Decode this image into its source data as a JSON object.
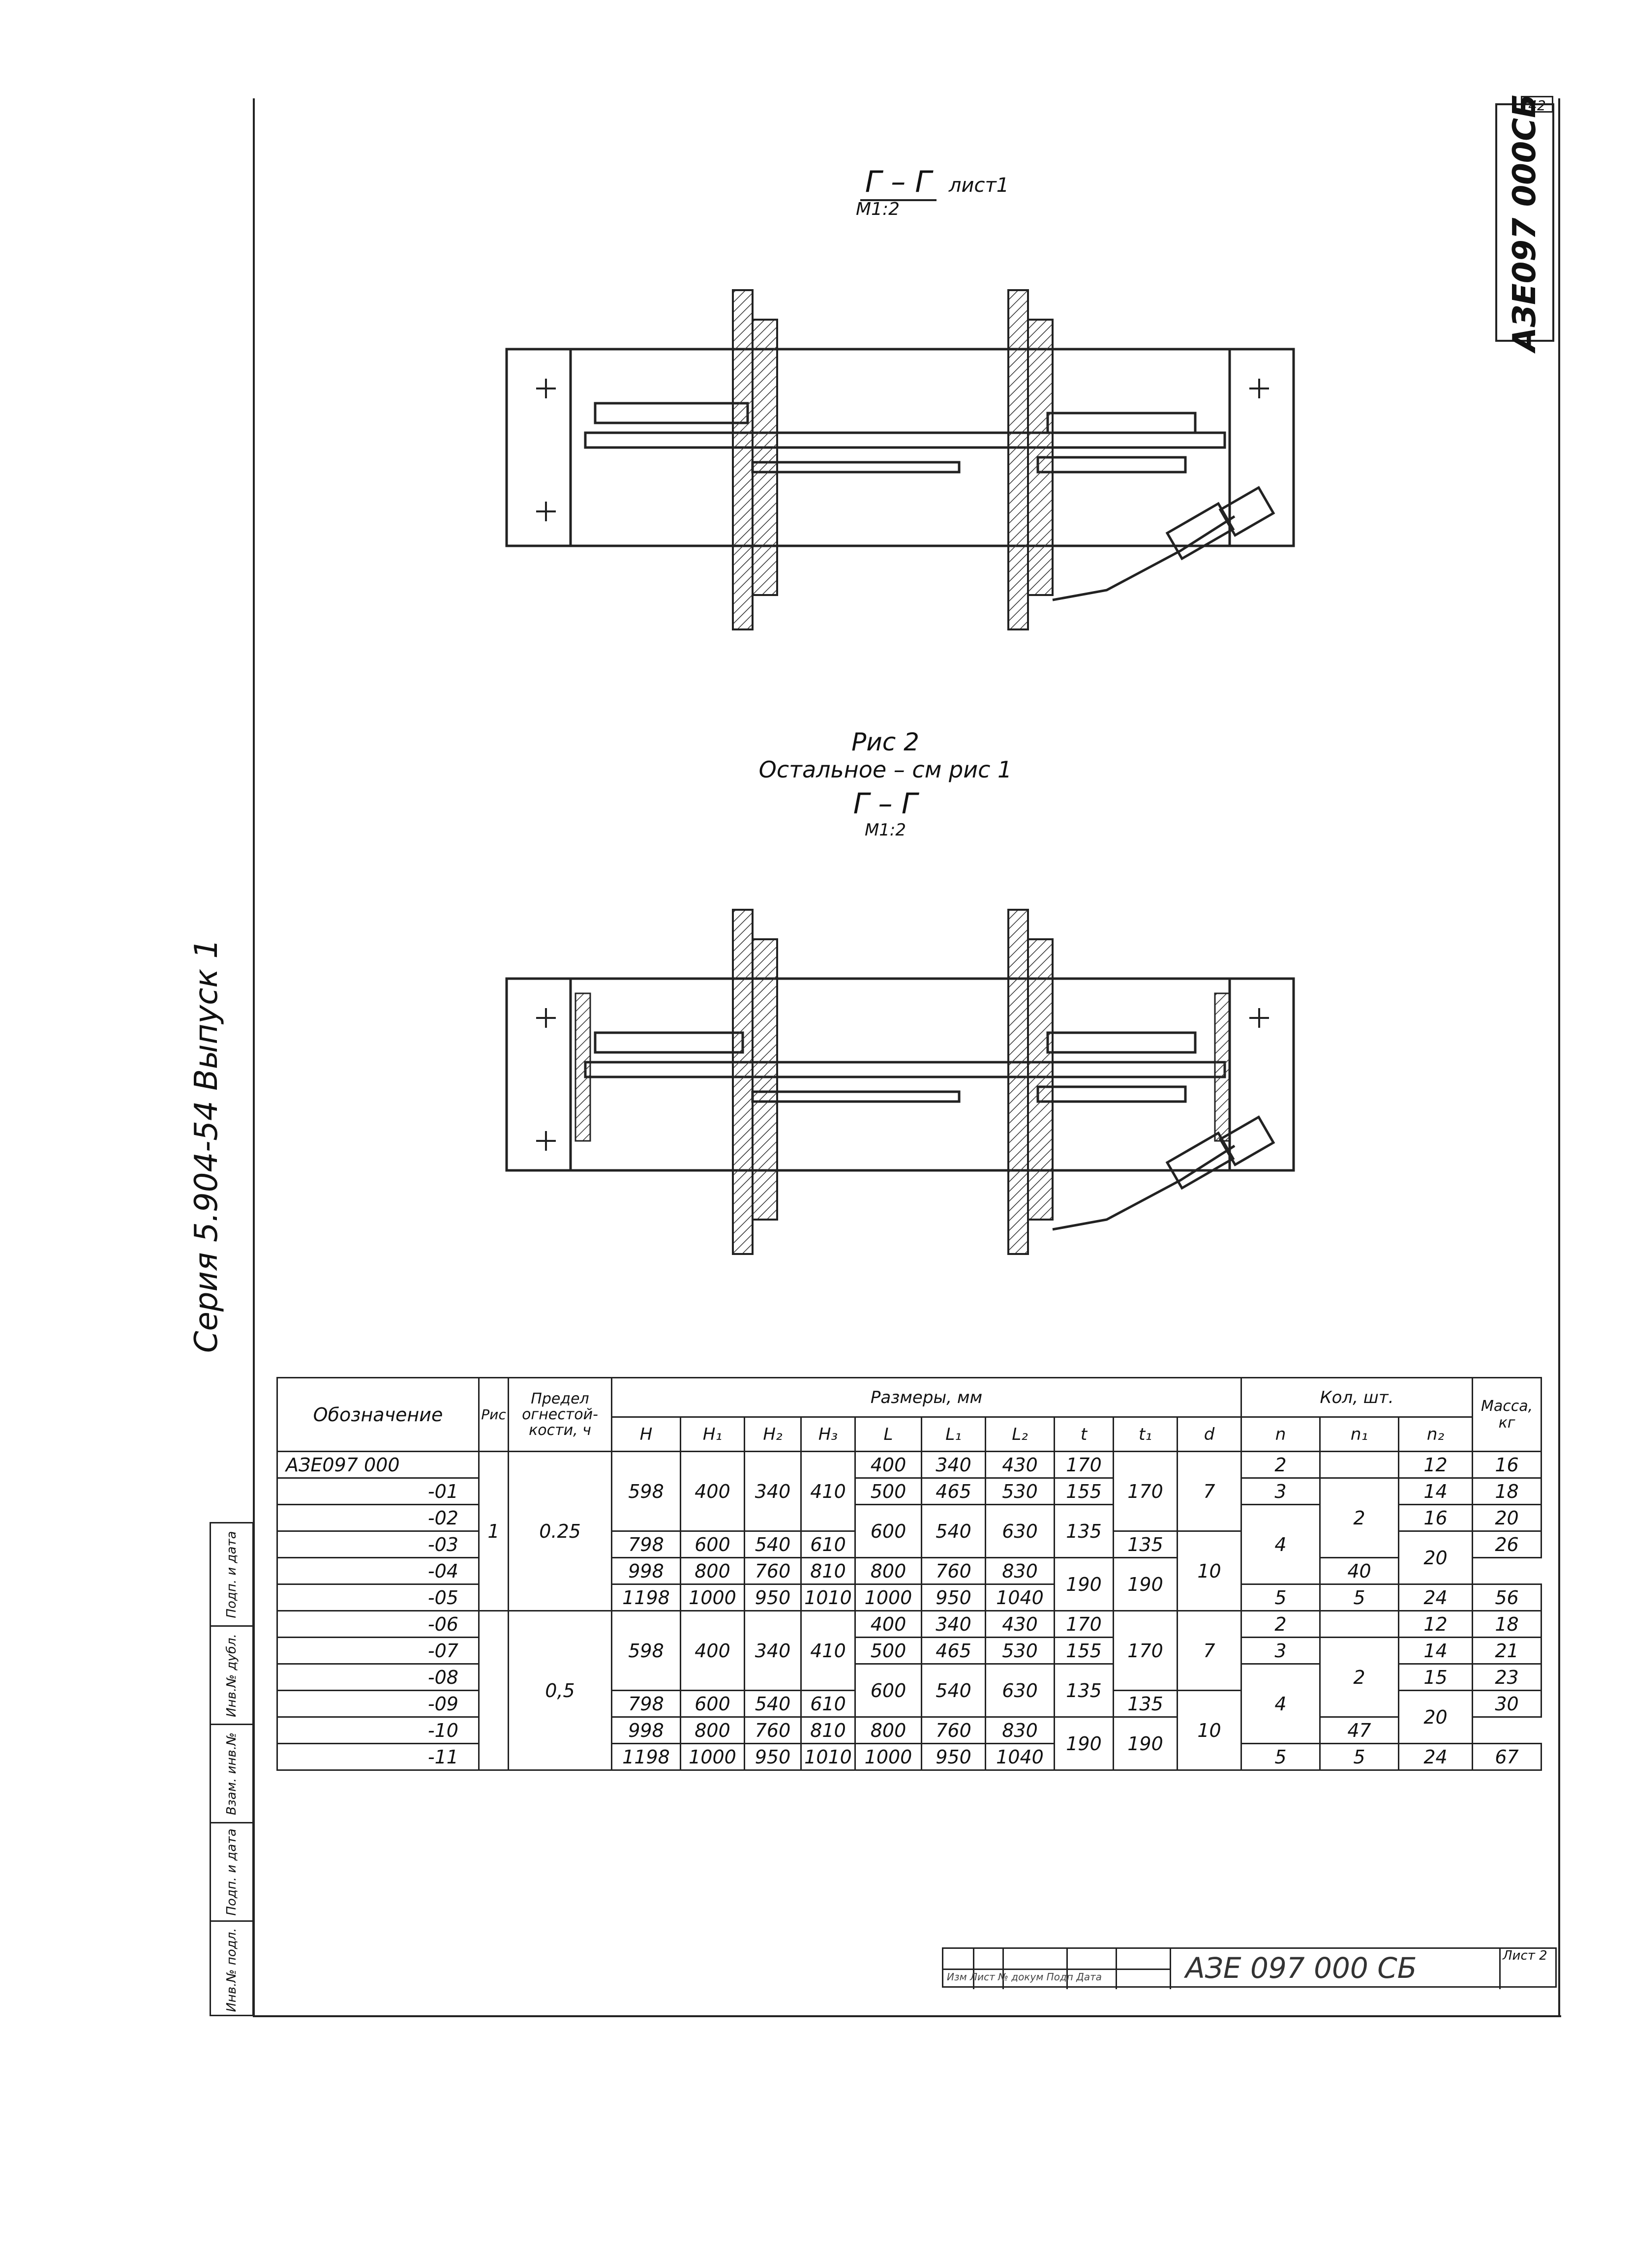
{
  "page": {
    "sheet_number": "42",
    "doc_code": "АЗЕ097 000СБ",
    "series": "Серия 5.904-54 Выпуск 1"
  },
  "figure1": {
    "section": "Г – Г",
    "scale": "М1:2",
    "sheet": "лист1"
  },
  "figure2": {
    "title": "Рис 2",
    "note": "Остальное – см рис 1",
    "section": "Г – Г",
    "scale": "М1:2"
  },
  "side_strip": [
    "Инв.№ подл.",
    "Подп. и дата",
    "Взам. инв.№",
    "Инв.№ дубл.",
    "Подп. и дата"
  ],
  "table": {
    "headers": {
      "designation": "Обозначение",
      "fig": "Рис",
      "fire": "Предел огнестой-кости, ч",
      "sizes": "Размеры, мм",
      "qty": "Кол, шт.",
      "mass": "Масса, кг",
      "H": "H",
      "H1": "H₁",
      "H2": "H₂",
      "H3": "H₃",
      "L": "L",
      "L1": "L₁",
      "L2": "L₂",
      "t": "t",
      "t1": "t₁",
      "d": "d",
      "n": "n",
      "n1": "n₁",
      "n2": "n₂"
    },
    "rows": [
      {
        "des": "АЗЕ097 000",
        "fig": "",
        "fire": "",
        "H": "",
        "H1": "",
        "H2": "",
        "H3": "",
        "L": "400",
        "L1": "340",
        "L2": "430",
        "t": "170",
        "t1": "",
        "d": "",
        "n": "2",
        "n1": "",
        "n2": "12",
        "m": "16"
      },
      {
        "des": "-01",
        "fig": "",
        "fire": "",
        "H": "598",
        "H1": "400",
        "H2": "340",
        "H3": "410",
        "L": "500",
        "L1": "465",
        "L2": "530",
        "t": "155",
        "t1": "170",
        "d": "7",
        "n": "3",
        "n1": "2",
        "n2": "14",
        "m": "18"
      },
      {
        "des": "-02",
        "fig": "1",
        "fire": "0.25",
        "H": "",
        "H1": "",
        "H2": "",
        "H3": "",
        "L": "600",
        "L1": "540",
        "L2": "630",
        "t": "135",
        "t1": "",
        "d": "",
        "n": "",
        "n1": "",
        "n2": "16",
        "m": "20"
      },
      {
        "des": "-03",
        "fig": "",
        "fire": "",
        "H": "798",
        "H1": "600",
        "H2": "540",
        "H3": "610",
        "L": "",
        "L1": "",
        "L2": "",
        "t": "",
        "t1": "135",
        "d": "",
        "n": "4",
        "n1": "4",
        "n2": "20",
        "m": "26"
      },
      {
        "des": "-04",
        "fig": "",
        "fire": "",
        "H": "998",
        "H1": "800",
        "H2": "760",
        "H3": "810",
        "L": "800",
        "L1": "760",
        "L2": "830",
        "t": "190",
        "t1": "190",
        "d": "10",
        "n": "",
        "n1": "",
        "n2": "",
        "m": "40"
      },
      {
        "des": "-05",
        "fig": "",
        "fire": "",
        "H": "1198",
        "H1": "1000",
        "H2": "950",
        "H3": "1010",
        "L": "1000",
        "L1": "950",
        "L2": "1040",
        "t": "",
        "t1": "",
        "d": "",
        "n": "5",
        "n1": "5",
        "n2": "24",
        "m": "56"
      },
      {
        "des": "-06",
        "fig": "",
        "fire": "",
        "H": "",
        "H1": "",
        "H2": "",
        "H3": "",
        "L": "400",
        "L1": "340",
        "L2": "430",
        "t": "170",
        "t1": "",
        "d": "",
        "n": "2",
        "n1": "",
        "n2": "12",
        "m": "18"
      },
      {
        "des": "-07",
        "fig": "",
        "fire": "",
        "H": "598",
        "H1": "400",
        "H2": "340",
        "H3": "410",
        "L": "500",
        "L1": "465",
        "L2": "530",
        "t": "155",
        "t1": "170",
        "d": "7",
        "n": "3",
        "n1": "2",
        "n2": "14",
        "m": "21"
      },
      {
        "des": "-08",
        "fig": "",
        "fire": "0,5",
        "H": "",
        "H1": "",
        "H2": "",
        "H3": "",
        "L": "600",
        "L1": "540",
        "L2": "630",
        "t": "135",
        "t1": "",
        "d": "",
        "n": "",
        "n1": "",
        "n2": "15",
        "m": "23"
      },
      {
        "des": "-09",
        "fig": "",
        "fire": "",
        "H": "798",
        "H1": "600",
        "H2": "540",
        "H3": "610",
        "L": "",
        "L1": "",
        "L2": "",
        "t": "",
        "t1": "135",
        "d": "",
        "n": "4",
        "n1": "4",
        "n2": "20",
        "m": "30"
      },
      {
        "des": "-10",
        "fig": "",
        "fire": "",
        "H": "998",
        "H1": "800",
        "H2": "760",
        "H3": "810",
        "L": "800",
        "L1": "760",
        "L2": "830",
        "t": "190",
        "t1": "190",
        "d": "10",
        "n": "",
        "n1": "",
        "n2": "",
        "m": "47"
      },
      {
        "des": "-11",
        "fig": "",
        "fire": "",
        "H": "1198",
        "H1": "1000",
        "H2": "950",
        "H3": "1010",
        "L": "1000",
        "L1": "950",
        "L2": "1040",
        "t": "",
        "t1": "",
        "d": "",
        "n": "5",
        "n1": "5",
        "n2": "24",
        "m": "67"
      }
    ]
  },
  "title_block": {
    "code": "АЗЕ 097 000 СБ",
    "sheet": "Лист 2",
    "sub_labels": "Изм Лист № докум Подп Дата"
  }
}
